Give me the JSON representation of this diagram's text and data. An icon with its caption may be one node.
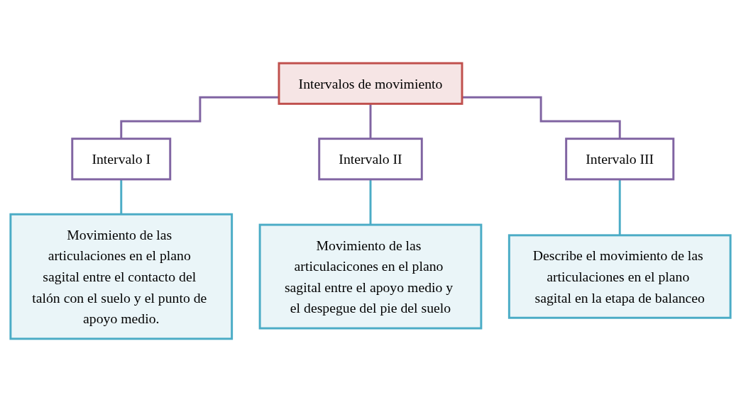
{
  "diagram": {
    "nodes": [
      {
        "text": [
          "Intervalos de movimiento"
        ]
      },
      {
        "text": [
          "Intervalo I"
        ]
      },
      {
        "text": [
          "Intervalo II"
        ]
      },
      {
        "text": [
          "Intervalo III"
        ]
      },
      {
        "text": [
          "Movimiento de las articulaciones en el plano sagital entre el contacto del talón con el suelo y el punto de apoyo medio."
        ]
      },
      {
        "text": [
          "Movimiento de las articulacicones en el plano sagital entre el apoyo medio y el despegue del pie del suelo"
        ]
      },
      {
        "text": [
          "Describe el movimiento de las articulaciones en el plano sagital en la etapa de balanceo"
        ]
      }
    ],
    "edges": [
      {
        "from": 0,
        "to": 1,
        "arrow": "none"
      },
      {
        "from": 0,
        "to": 2,
        "arrow": "none"
      },
      {
        "from": 0,
        "to": 3,
        "arrow": "none"
      },
      {
        "from": 1,
        "to": 4,
        "arrow": "none",
        "color": "#4bacc6"
      },
      {
        "from": 2,
        "to": 5,
        "arrow": "none",
        "color": "#4bacc6"
      },
      {
        "from": 3,
        "to": 6,
        "arrow": "none",
        "color": "#4bacc6"
      }
    ]
  }
}
